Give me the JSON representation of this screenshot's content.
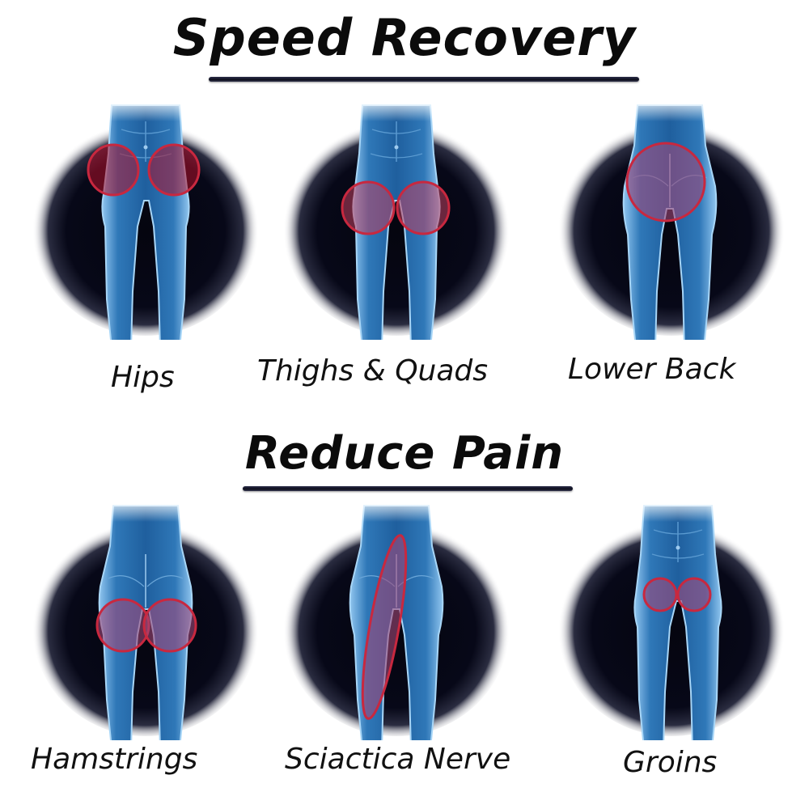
{
  "sections": [
    {
      "title": "Speed Recovery",
      "items": [
        {
          "label": "Hips",
          "view": "front",
          "highlight": "hips"
        },
        {
          "label": "Thighs & Quads",
          "view": "front",
          "highlight": "thighs"
        },
        {
          "label": "Lower Back",
          "view": "back",
          "highlight": "lower-back"
        }
      ]
    },
    {
      "title": "Reduce Pain",
      "items": [
        {
          "label": "Hamstrings",
          "view": "back",
          "highlight": "hamstrings"
        },
        {
          "label": "Sciactica Nerve",
          "view": "back",
          "highlight": "sciatic"
        },
        {
          "label": "Groins",
          "view": "front",
          "highlight": "groin"
        }
      ]
    }
  ],
  "colors": {
    "background": "#ffffff",
    "circle": "#05050f",
    "body": "#2f78b8",
    "body_light": "#8fc4ee",
    "highlight": "#b0102a",
    "text": "#111111"
  }
}
